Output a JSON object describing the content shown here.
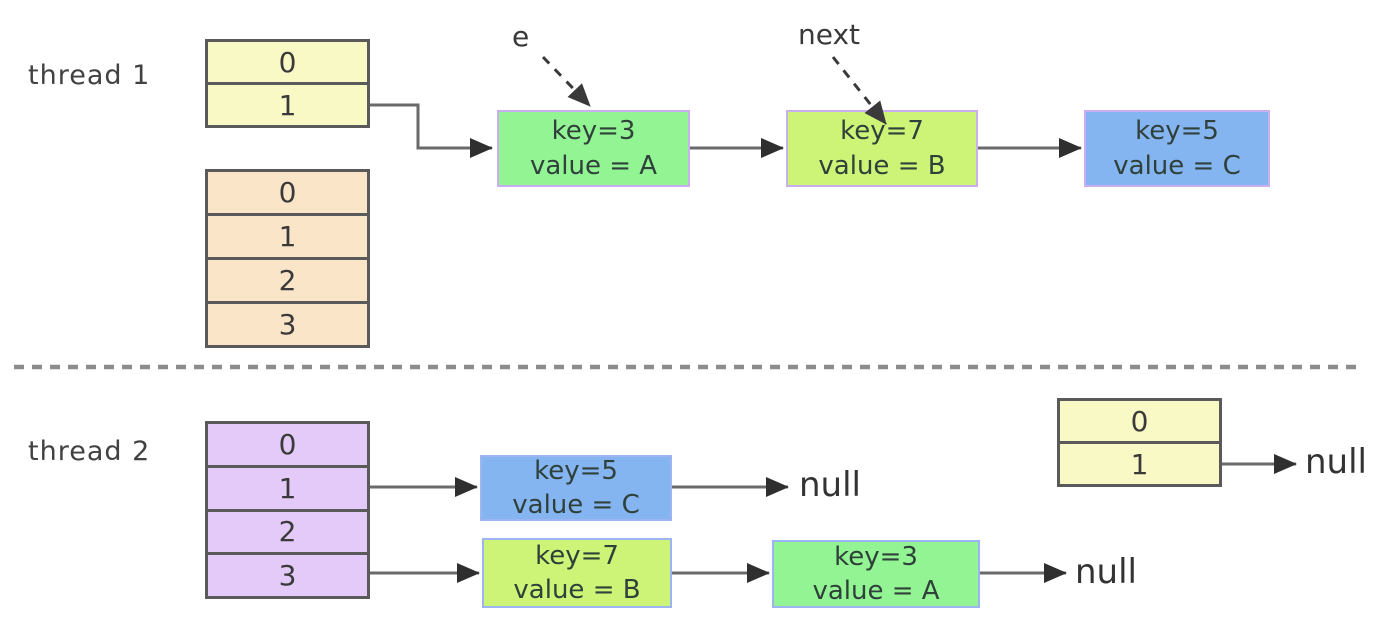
{
  "colors": {
    "background": "#ffffff",
    "bucket_yellow": "#f9f9c6",
    "bucket_orange": "#fbe5c9",
    "bucket_purple": "#e3caf8",
    "node_green": "#93f494",
    "node_lime": "#cdf477",
    "node_blue": "#84b5f0",
    "node_border_thread1": "#c9aef2",
    "node_border_thread2": "#9db4f2",
    "table_border": "#5a5a5a",
    "arrow": "#6a6a6a",
    "arrowhead": "#2f2f2f",
    "divider_dash": "#8c8c8c",
    "text": "#3d3d3d"
  },
  "thread1": {
    "label": "thread 1",
    "bucket_table_top": [
      "0",
      "1"
    ],
    "bucket_table_bottom": [
      "0",
      "1",
      "2",
      "3"
    ],
    "pointer_e_label": "e",
    "pointer_next_label": "next",
    "nodes": [
      {
        "key": "key=3",
        "value": "value = A"
      },
      {
        "key": "key=7",
        "value": "value = B"
      },
      {
        "key": "key=5",
        "value": "value = C"
      }
    ]
  },
  "thread2": {
    "label": "thread 2",
    "bucket_table": [
      "0",
      "1",
      "2",
      "3"
    ],
    "row1_node": {
      "key": "key=5",
      "value": "value = C"
    },
    "row1_terminator": "null",
    "row2_nodes": [
      {
        "key": "key=7",
        "value": "value = B"
      },
      {
        "key": "key=3",
        "value": "value = A"
      }
    ],
    "row2_terminator": "null",
    "side_table": [
      "0",
      "1"
    ],
    "side_terminator": "null"
  }
}
